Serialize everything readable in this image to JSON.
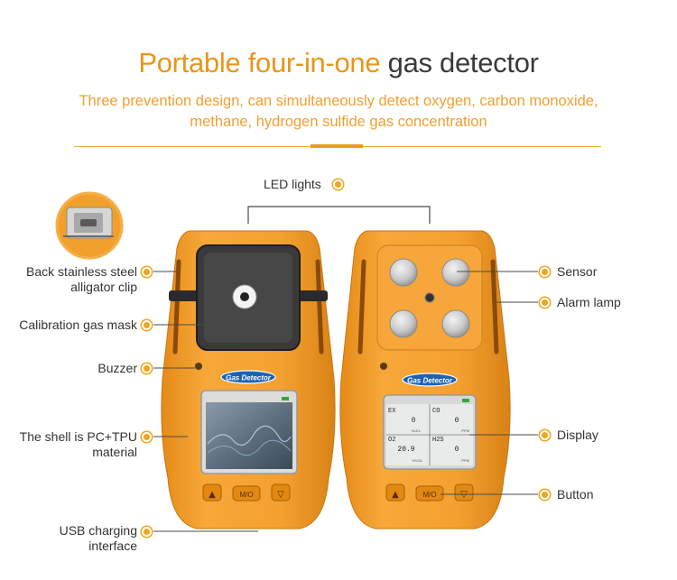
{
  "title": {
    "part1": "Portable four-in-one",
    "part2": "gas detector"
  },
  "subtitle": {
    "line1": "Three prevention design, can simultaneously detect oxygen, carbon monoxide,",
    "line2": "methane, hydrogen sulfide gas concentration"
  },
  "callouts": {
    "led_lights": "LED lights",
    "back_clip": {
      "line1": "Back stainless steel",
      "line2": "alligator clip"
    },
    "calibration_mask": "Calibration gas mask",
    "buzzer": "Buzzer",
    "shell": {
      "line1": "The shell is PC+TPU",
      "line2": "material"
    },
    "usb": {
      "line1": "USB charging",
      "line2": "interface"
    },
    "sensor": "Sensor",
    "alarm_lamp": "Alarm lamp",
    "display": "Display",
    "button": "Button"
  },
  "device": {
    "brand_label": "Gas Detector",
    "buttons": {
      "up": "▲",
      "mode": "M/O",
      "down": "▽"
    },
    "readings": [
      {
        "name": "EX",
        "value": "0",
        "unit": "%LEL"
      },
      {
        "name": "CO",
        "value": "0",
        "unit": "PPM"
      },
      {
        "name": "O2",
        "value": "20.9",
        "unit": "%VOL"
      },
      {
        "name": "H2S",
        "value": "0",
        "unit": "PPM"
      }
    ]
  },
  "colors": {
    "accent": "#f2a41c",
    "device_orange": "#f2a02c",
    "title_orange": "#e8961a"
  }
}
